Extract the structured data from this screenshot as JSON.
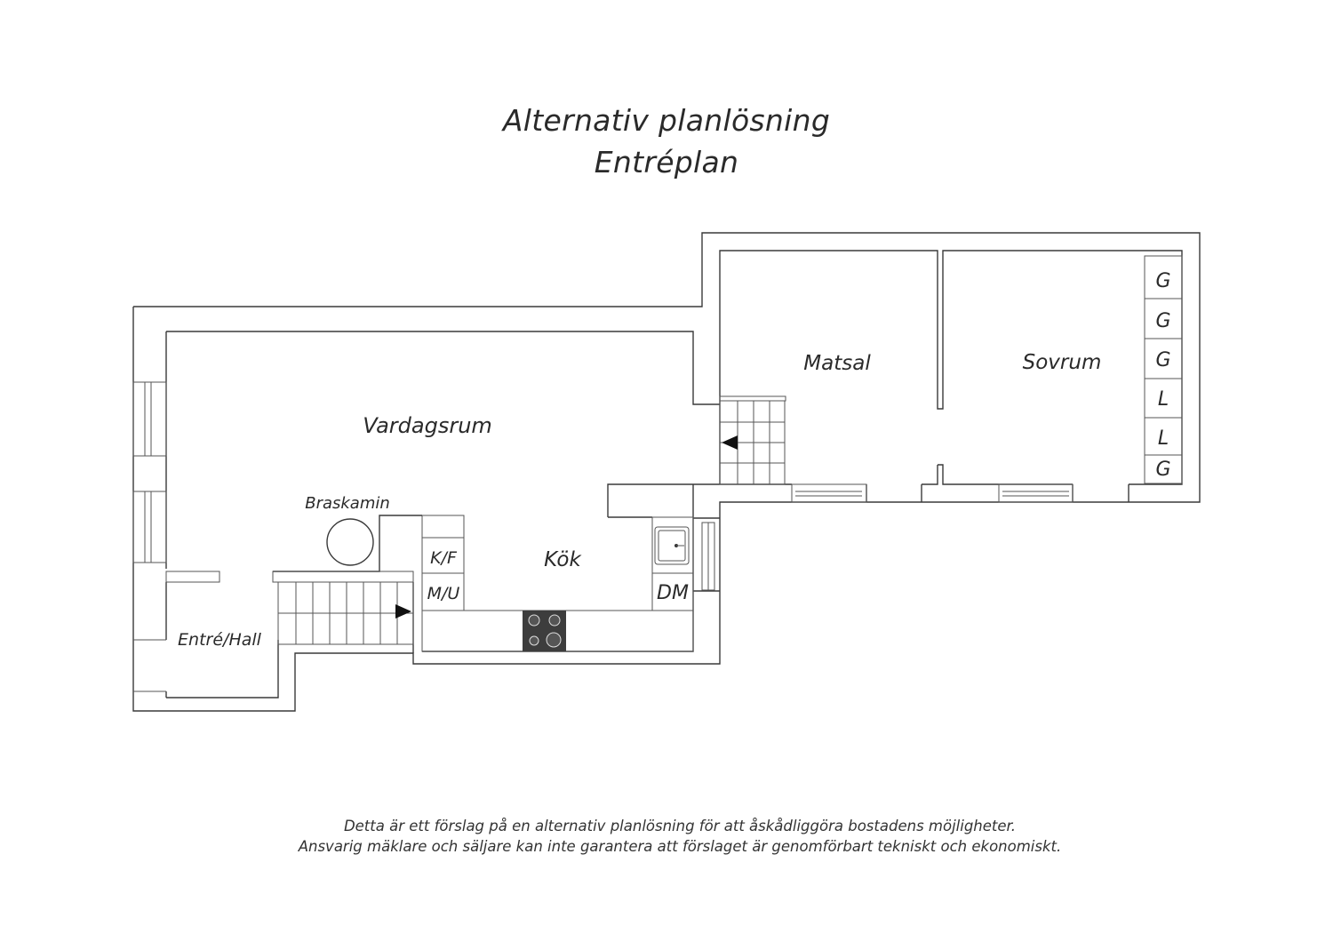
{
  "title": {
    "line1": "Alternativ planlösning",
    "line2": "Entréplan"
  },
  "rooms": {
    "vardagsrum": "Vardagsrum",
    "matsal": "Matsal",
    "sovrum": "Sovrum",
    "kok": "Kök",
    "entre_hall": "Entré/Hall",
    "braskamin": "Braskamin"
  },
  "fixtures": {
    "kf": "K/F",
    "mu": "M/U",
    "dm": "DM",
    "wardrobe": [
      "G",
      "G",
      "G",
      "L",
      "L",
      "G"
    ]
  },
  "disclaimer": {
    "line1": "Detta är ett förslag på en alternativ planlösning för att åskådliggöra bostadens möjligheter.",
    "line2": "Ansvarig mäklare och säljare kan inte garantera att förslaget är genomförbart tekniskt och ekonomiskt."
  },
  "colors": {
    "wall": "#3a3a3a",
    "stove": "#3d3d3d",
    "background": "#ffffff"
  }
}
